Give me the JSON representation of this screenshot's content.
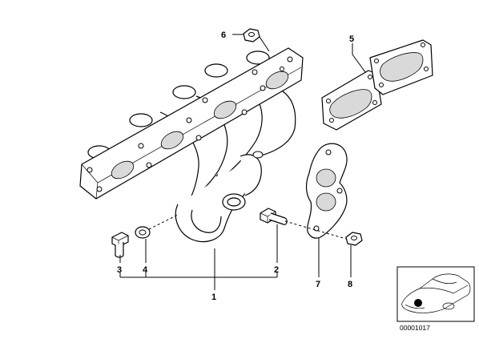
{
  "callouts": [
    {
      "id": "c1",
      "label": "1"
    },
    {
      "id": "c2",
      "label": "2"
    },
    {
      "id": "c3",
      "label": "3"
    },
    {
      "id": "c4",
      "label": "4"
    },
    {
      "id": "c5",
      "label": "5"
    },
    {
      "id": "c6",
      "label": "6"
    },
    {
      "id": "c7",
      "label": "7"
    },
    {
      "id": "c8",
      "label": "8"
    }
  ],
  "diagram_code": "00001017",
  "colors": {
    "ink": "#000000",
    "background": "#ffffff",
    "marker": "#000000"
  }
}
